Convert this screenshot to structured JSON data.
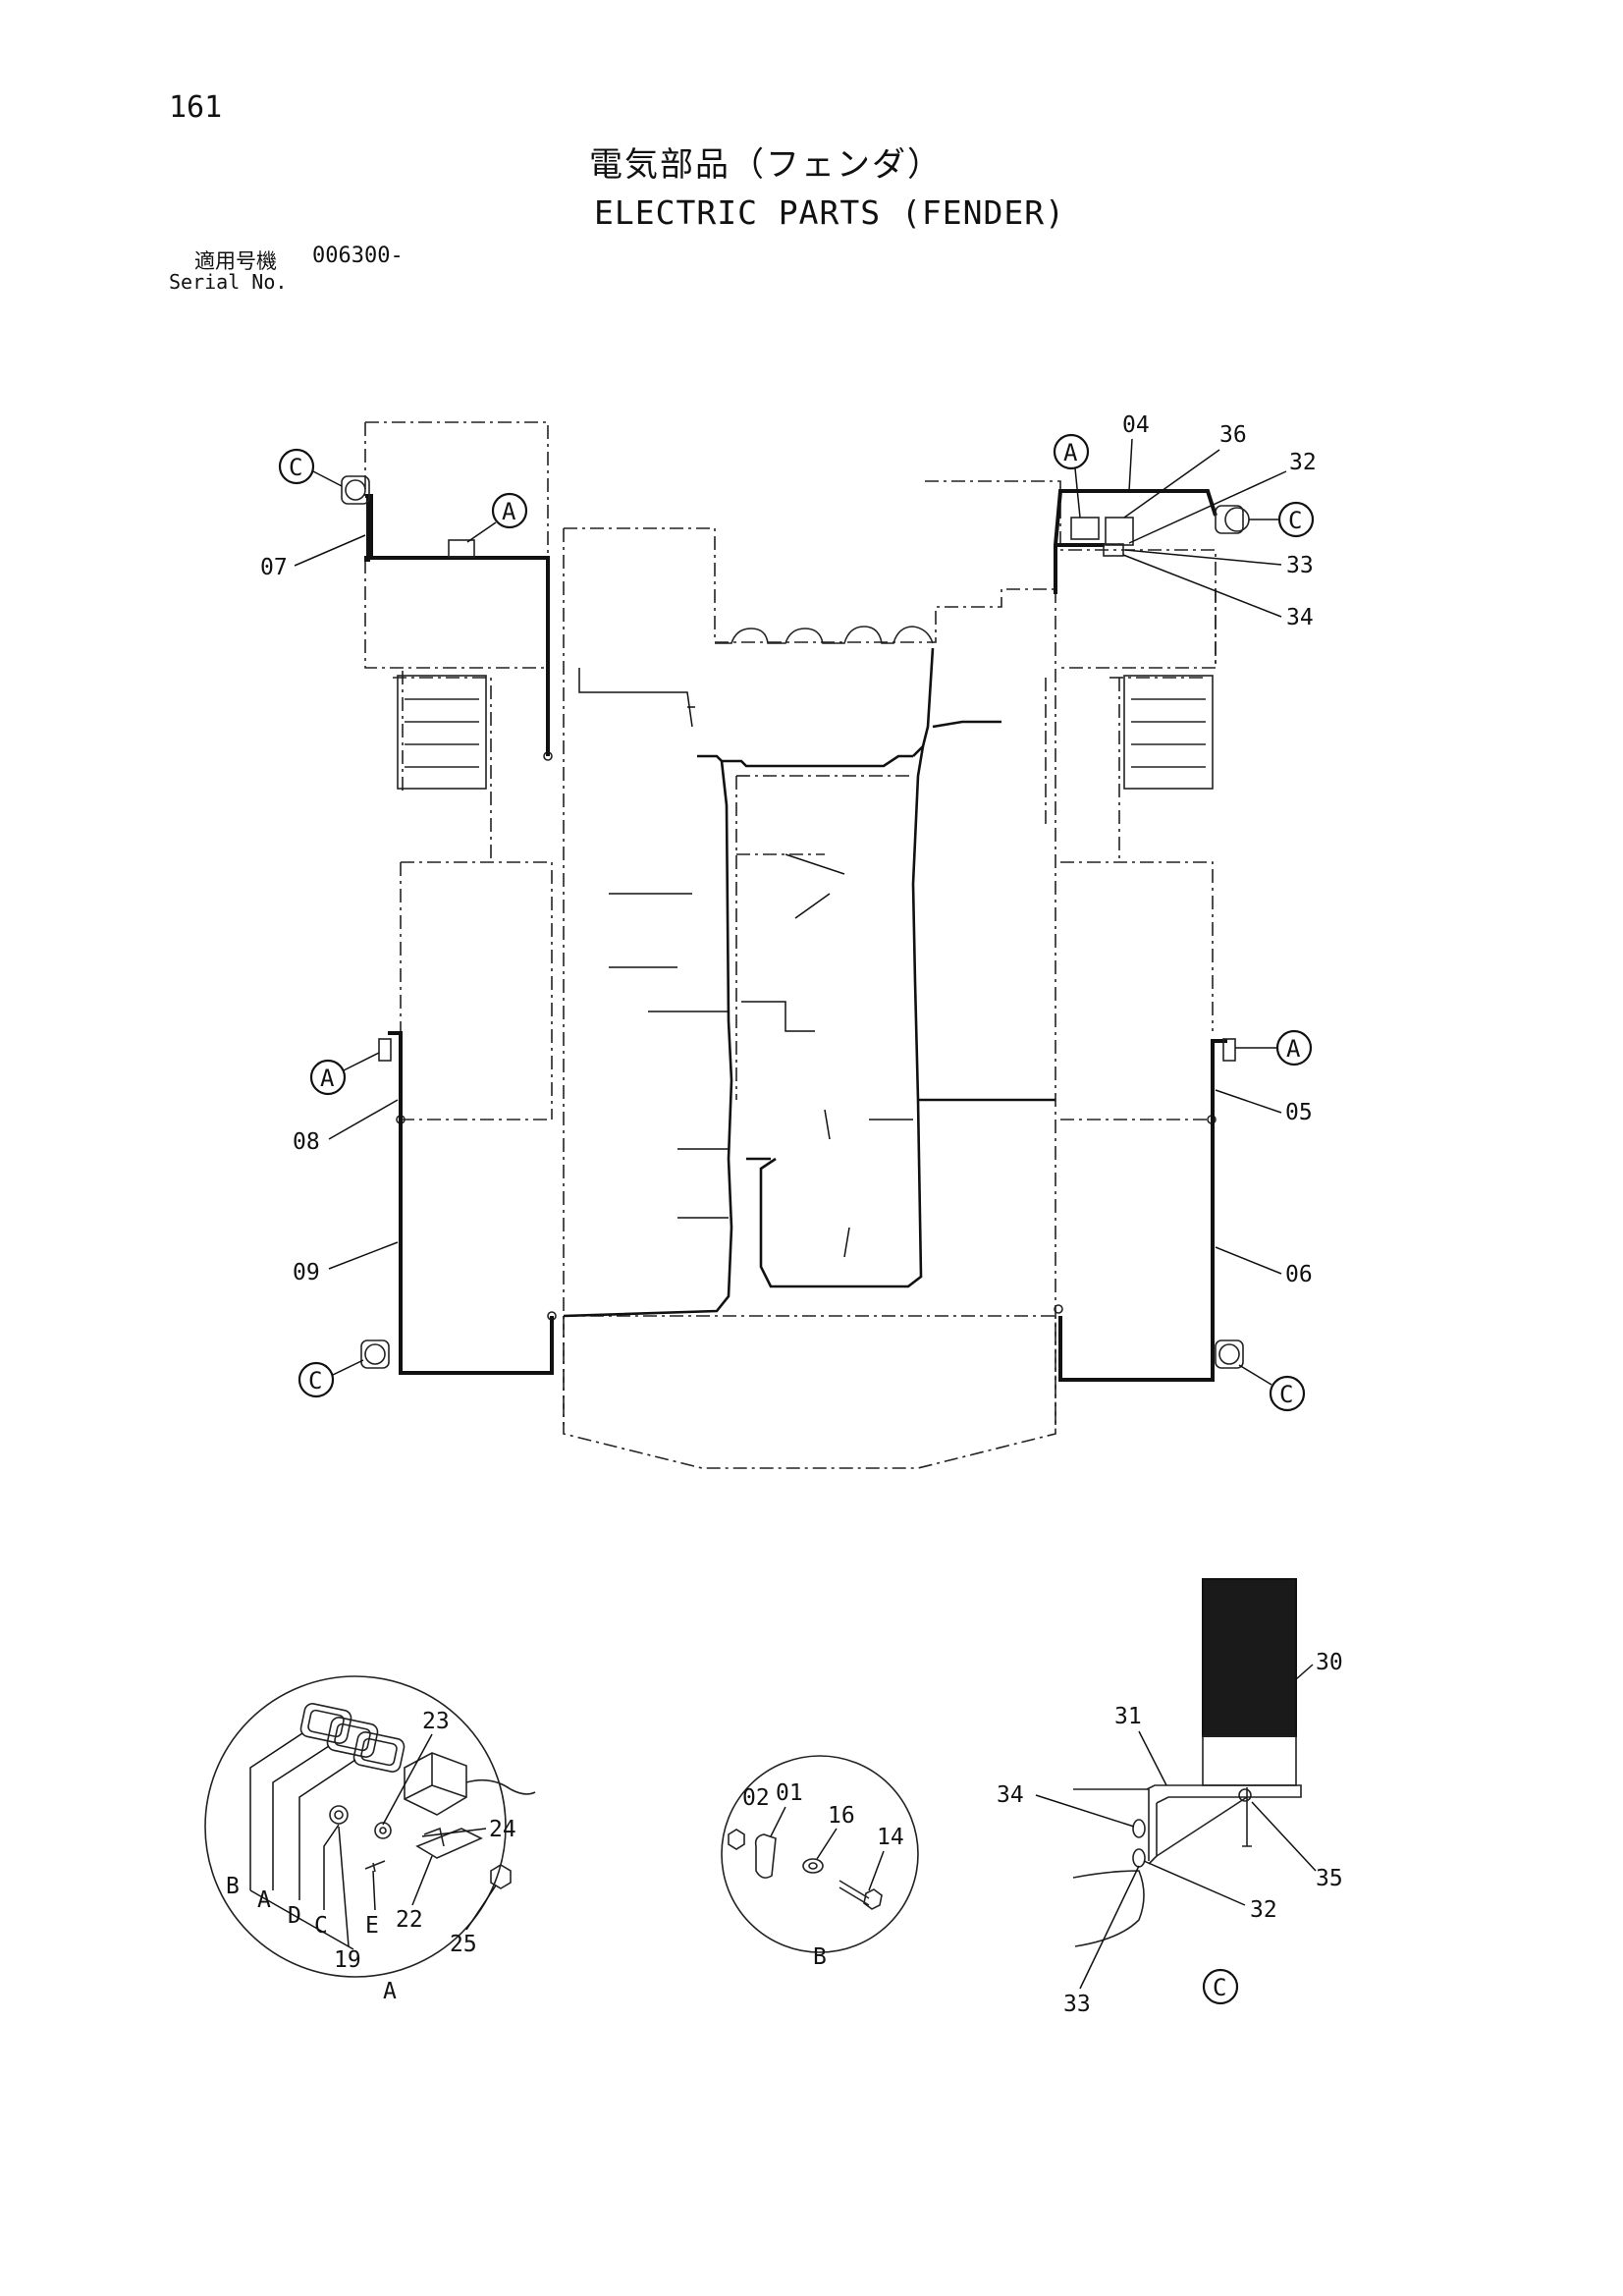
{
  "header": {
    "page_number": "161",
    "title_jp": "電気部品（フェンダ）",
    "title_en": "ELECTRIC PARTS (FENDER)",
    "serial_label_jp": "適用号機",
    "serial_value": "006300-",
    "serial_label_en": "Serial No."
  },
  "detail_refs": {
    "a": "A",
    "b": "B",
    "c": "C"
  },
  "part_labels": {
    "p01": "01",
    "p02": "02",
    "p04": "04",
    "p05": "05",
    "p06": "06",
    "p07": "07",
    "p08": "08",
    "p09": "09",
    "p14": "14",
    "p16": "16",
    "p19": "19",
    "p22": "22",
    "p23": "23",
    "p24": "24",
    "p25": "25",
    "p30": "30",
    "p31": "31",
    "p32": "32",
    "p33": "33",
    "p34": "34",
    "p35": "35",
    "p36": "36"
  },
  "detail_a_letters": {
    "b": "B",
    "a": "A",
    "d": "D",
    "c": "C",
    "e": "E"
  }
}
